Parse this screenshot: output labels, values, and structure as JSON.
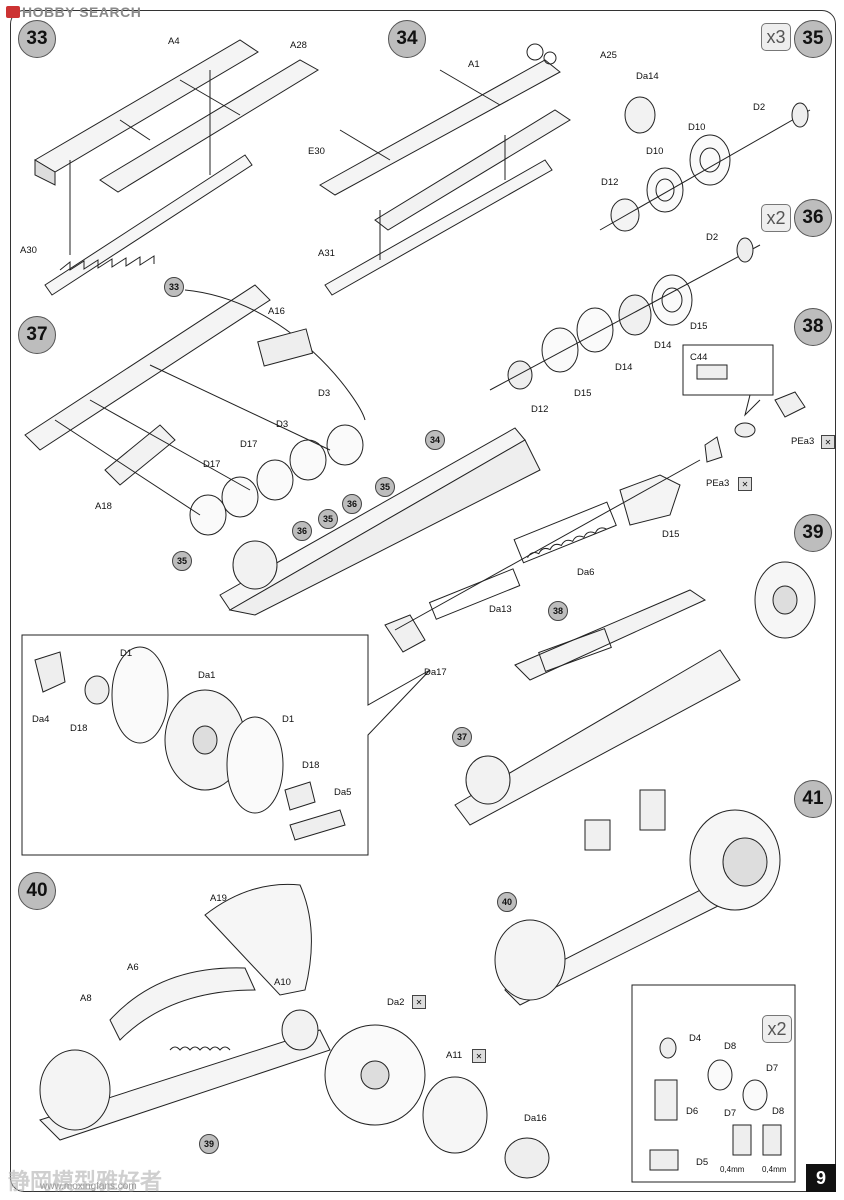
{
  "watermark": {
    "brand": "HOBBY SEARCH",
    "bottom_mark": "静岡模型雅好者",
    "bottom_url": "www.moxingfans.com"
  },
  "page_number": "9",
  "steps": {
    "s33": "33",
    "s34": "34",
    "s35": "35",
    "s36": "36",
    "s37": "37",
    "s38": "38",
    "s39": "39",
    "s40": "40",
    "s41": "41"
  },
  "multipliers": {
    "m35": "x3",
    "m36": "x2",
    "m41": "x2"
  },
  "parts": {
    "step33": [
      "A4",
      "A28",
      "A30"
    ],
    "step34": [
      "A1",
      "A25",
      "E30",
      "A31"
    ],
    "step35": [
      "Da14",
      "D2",
      "D10",
      "D10",
      "D12"
    ],
    "step36": [
      "D2",
      "D15",
      "D14",
      "D15",
      "D14",
      "D12"
    ],
    "step37": [
      "A16",
      "D3",
      "D3",
      "D17",
      "D17",
      "A18",
      "34"
    ],
    "step38": [
      "C44",
      "PEa3",
      "PEa3",
      "D15",
      "Da6",
      "Da13",
      "Da17"
    ],
    "detail": [
      "D1",
      "Da1",
      "Da4",
      "D18",
      "D1",
      "D18",
      "Da5"
    ],
    "step40": [
      "A19",
      "A6",
      "A10",
      "A8",
      "Da2",
      "A11",
      "Da16"
    ],
    "step41": [
      "D4",
      "D8",
      "D7",
      "D6",
      "D7",
      "D8",
      "D5",
      "0,4mm",
      "0,4mm"
    ]
  },
  "callouts": {
    "c33": "33",
    "c34": "34",
    "c35a": "35",
    "c36a": "36",
    "c35b": "35",
    "c36b": "36",
    "c35c": "35",
    "c38": "38",
    "c37": "37",
    "c40": "40",
    "c39": "39"
  }
}
